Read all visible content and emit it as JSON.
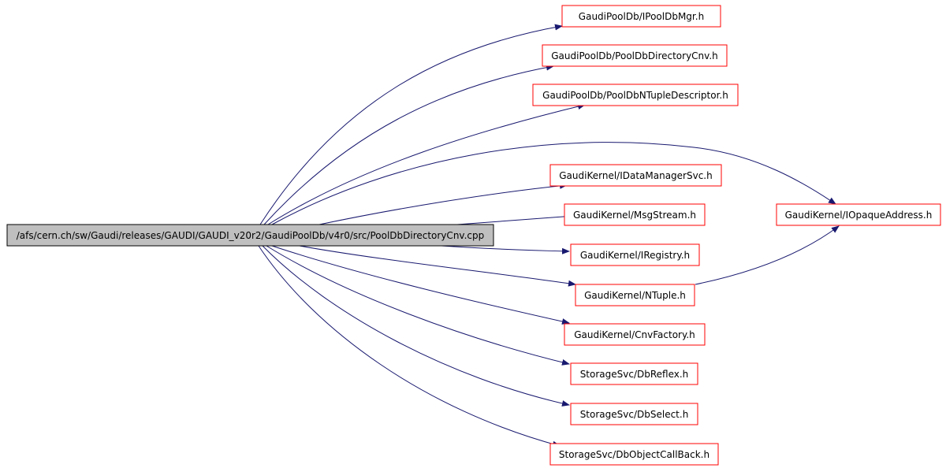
{
  "colors": {
    "background": "#ffffff",
    "root_fill": "#bfbfbf",
    "root_border": "#000000",
    "node_fill": "#ffffff",
    "node_border": "#ff0000",
    "edge": "#191970",
    "text": "#000000"
  },
  "root": {
    "label": "/afs/cern.ch/sw/Gaudi/releases/GAUDI/GAUDI_v20r2/GaudiPoolDb/v4r0/src/PoolDbDirectoryCnv.cpp"
  },
  "nodes": [
    {
      "id": "ipooldbmgr",
      "label": "GaudiPoolDb/IPoolDbMgr.h"
    },
    {
      "id": "pooldbdirectorycnv",
      "label": "GaudiPoolDb/PoolDbDirectoryCnv.h"
    },
    {
      "id": "pooldbntupledescriptor",
      "label": "GaudiPoolDb/PoolDbNTupleDescriptor.h"
    },
    {
      "id": "idatamanagersvc",
      "label": "GaudiKernel/IDataManagerSvc.h"
    },
    {
      "id": "msgstream",
      "label": "GaudiKernel/MsgStream.h"
    },
    {
      "id": "iregistry",
      "label": "GaudiKernel/IRegistry.h"
    },
    {
      "id": "ntuple",
      "label": "GaudiKernel/NTuple.h"
    },
    {
      "id": "cnvfactory",
      "label": "GaudiKernel/CnvFactory.h"
    },
    {
      "id": "dbreflex",
      "label": "StorageSvc/DbReflex.h"
    },
    {
      "id": "dbselect",
      "label": "StorageSvc/DbSelect.h"
    },
    {
      "id": "dbobjectcallback",
      "label": "StorageSvc/DbObjectCallBack.h"
    },
    {
      "id": "iopaqueaddress",
      "label": "GaudiKernel/IOpaqueAddress.h"
    }
  ],
  "edges": [
    {
      "from": "root",
      "to": "ipooldbmgr"
    },
    {
      "from": "root",
      "to": "pooldbdirectorycnv"
    },
    {
      "from": "root",
      "to": "pooldbntupledescriptor"
    },
    {
      "from": "root",
      "to": "iopaqueaddress"
    },
    {
      "from": "root",
      "to": "idatamanagersvc"
    },
    {
      "from": "root",
      "to": "msgstream"
    },
    {
      "from": "root",
      "to": "iregistry"
    },
    {
      "from": "root",
      "to": "ntuple"
    },
    {
      "from": "root",
      "to": "cnvfactory"
    },
    {
      "from": "root",
      "to": "dbreflex"
    },
    {
      "from": "root",
      "to": "dbselect"
    },
    {
      "from": "root",
      "to": "dbobjectcallback"
    },
    {
      "from": "ntuple",
      "to": "iopaqueaddress"
    }
  ]
}
